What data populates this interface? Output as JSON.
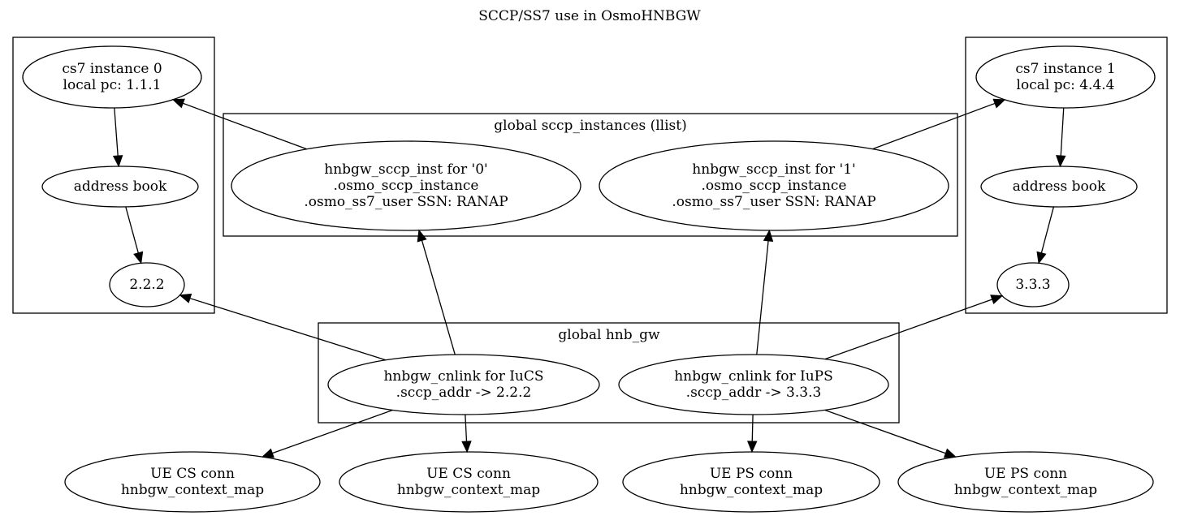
{
  "title": "SCCP/SS7 use in OsmoHNBGW",
  "clusters": {
    "sccp_instances": {
      "label": "global sccp_instances (llist)"
    },
    "hnb_gw": {
      "label": "global hnb_gw"
    }
  },
  "nodes": {
    "cs7_0": {
      "lines": [
        "cs7 instance 0",
        "local pc: 1.1.1"
      ]
    },
    "addr_book_0": {
      "lines": [
        "address book"
      ]
    },
    "pc_222": {
      "lines": [
        "2.2.2"
      ]
    },
    "cs7_1": {
      "lines": [
        "cs7 instance 1",
        "local pc: 4.4.4"
      ]
    },
    "addr_book_1": {
      "lines": [
        "address book"
      ]
    },
    "pc_333": {
      "lines": [
        "3.3.3"
      ]
    },
    "sccp_inst_0": {
      "lines": [
        "hnbgw_sccp_inst for '0'",
        ".osmo_sccp_instance",
        ".osmo_ss7_user SSN: RANAP"
      ]
    },
    "sccp_inst_1": {
      "lines": [
        "hnbgw_sccp_inst for '1'",
        ".osmo_sccp_instance",
        ".osmo_ss7_user SSN: RANAP"
      ]
    },
    "cnlink_iucs": {
      "lines": [
        "hnbgw_cnlink for IuCS",
        ".sccp_addr -> 2.2.2"
      ]
    },
    "cnlink_iups": {
      "lines": [
        "hnbgw_cnlink for IuPS",
        ".sccp_addr -> 3.3.3"
      ]
    },
    "ue_cs_1": {
      "lines": [
        "UE CS conn",
        "hnbgw_context_map"
      ]
    },
    "ue_cs_2": {
      "lines": [
        "UE CS conn",
        "hnbgw_context_map"
      ]
    },
    "ue_ps_1": {
      "lines": [
        "UE PS conn",
        "hnbgw_context_map"
      ]
    },
    "ue_ps_2": {
      "lines": [
        "UE PS conn",
        "hnbgw_context_map"
      ]
    }
  },
  "edges": [
    {
      "from": "cs7_0",
      "to": "addr_book_0"
    },
    {
      "from": "addr_book_0",
      "to": "pc_222"
    },
    {
      "from": "cs7_1",
      "to": "addr_book_1"
    },
    {
      "from": "addr_book_1",
      "to": "pc_333"
    },
    {
      "from": "sccp_inst_0",
      "to": "cs7_0"
    },
    {
      "from": "sccp_inst_1",
      "to": "cs7_1"
    },
    {
      "from": "cnlink_iucs",
      "to": "sccp_inst_0"
    },
    {
      "from": "cnlink_iucs",
      "to": "pc_222"
    },
    {
      "from": "cnlink_iups",
      "to": "sccp_inst_1"
    },
    {
      "from": "cnlink_iups",
      "to": "pc_333"
    },
    {
      "from": "cnlink_iucs",
      "to": "ue_cs_1"
    },
    {
      "from": "cnlink_iucs",
      "to": "ue_cs_2"
    },
    {
      "from": "cnlink_iups",
      "to": "ue_ps_1"
    },
    {
      "from": "cnlink_iups",
      "to": "ue_ps_2"
    }
  ]
}
